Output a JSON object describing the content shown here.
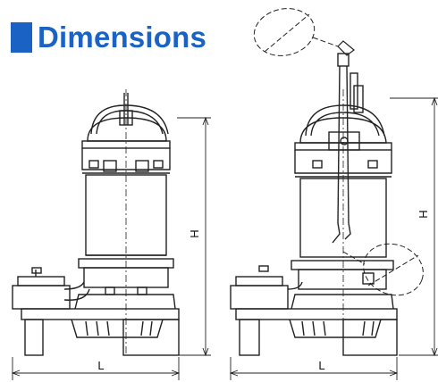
{
  "section": {
    "title": "Dimensions",
    "accent_color": "#1a63c4"
  },
  "views": [
    {
      "name": "standard-pump",
      "height_label": "H",
      "length_label": "L"
    },
    {
      "name": "float-switch-pump",
      "height_label": "H",
      "length_label": "L"
    }
  ]
}
